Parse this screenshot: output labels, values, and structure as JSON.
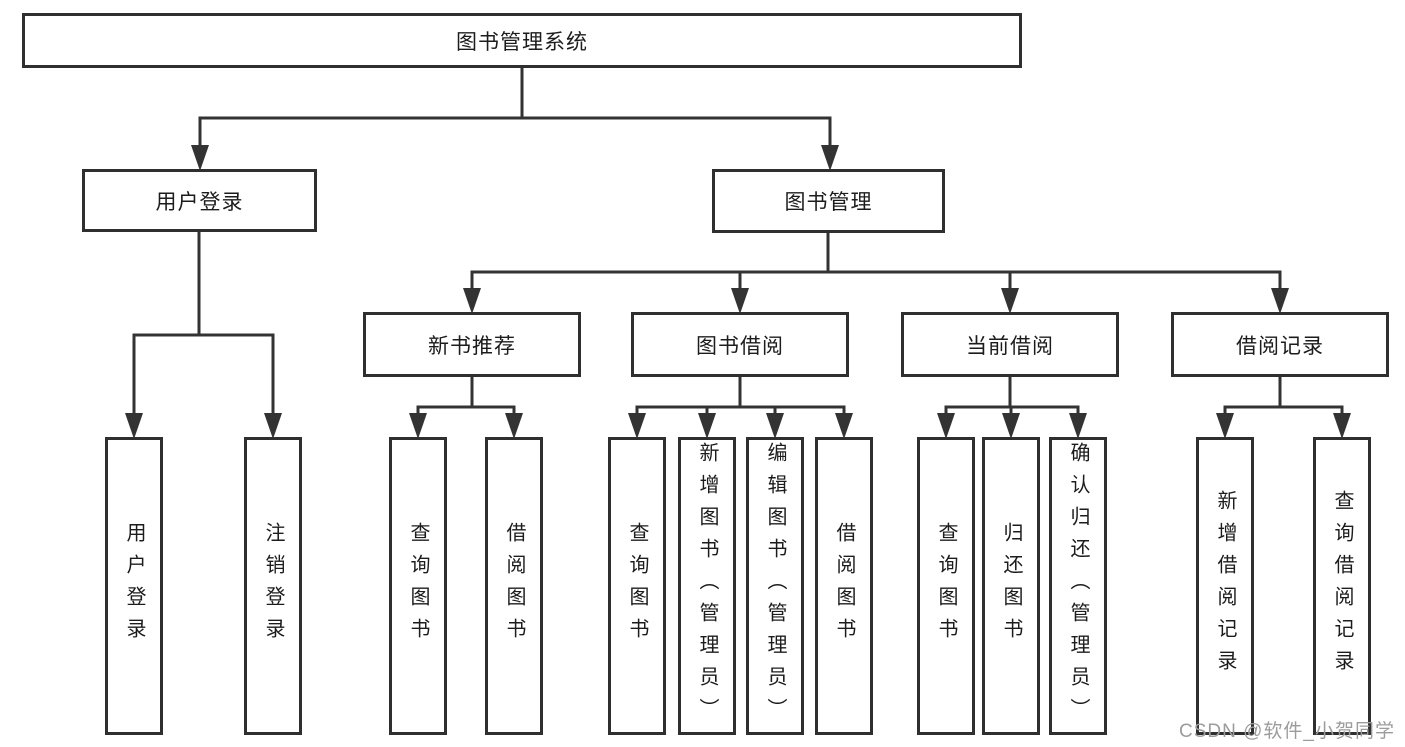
{
  "diagram_title": "图书管理系统",
  "tree": {
    "label": "图书管理系统",
    "children": [
      {
        "label": "用户登录",
        "children": [
          {
            "label": "用户登录"
          },
          {
            "label": "注销登录"
          }
        ]
      },
      {
        "label": "图书管理",
        "children": [
          {
            "label": "新书推荐",
            "children": [
              {
                "label": "查询图书"
              },
              {
                "label": "借阅图书"
              }
            ]
          },
          {
            "label": "图书借阅",
            "children": [
              {
                "label": "查询图书"
              },
              {
                "label": "新增图书（管理员）"
              },
              {
                "label": "编辑图书（管理员）"
              },
              {
                "label": "借阅图书"
              }
            ]
          },
          {
            "label": "当前借阅",
            "children": [
              {
                "label": "查询图书"
              },
              {
                "label": "归还图书"
              },
              {
                "label": "确认归还（管理员）"
              }
            ]
          },
          {
            "label": "借阅记录",
            "children": [
              {
                "label": "新增借阅记录"
              },
              {
                "label": "查询借阅记录"
              }
            ]
          }
        ]
      }
    ]
  },
  "watermark": {
    "text": "CSDN @软件_小贺同学"
  },
  "colors": {
    "background": "#ffffff",
    "line": "#333333",
    "box_border": "#2f2f2f",
    "box_fill": "#ffffff",
    "text": "#1c1c1c",
    "watermark": "#9c9c9c"
  }
}
